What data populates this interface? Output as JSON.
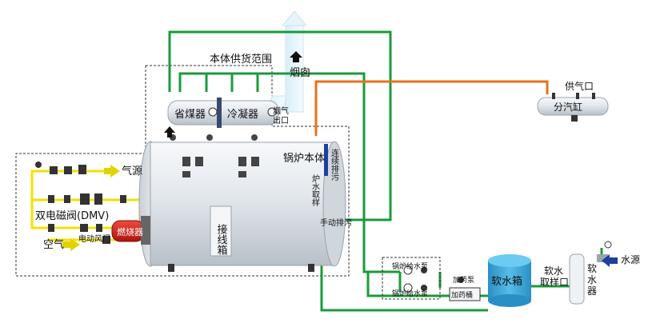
{
  "labels": {
    "scope": "本体供货范围",
    "chimney": "烟囱",
    "economizer": "省煤器",
    "condenser": "冷凝器",
    "flue_outlet_1": "烟气",
    "flue_outlet_2": "出口",
    "boiler_body": "锅炉本体",
    "continuous_blowdown": "连续排污",
    "water_sample": "炉水取样",
    "junction_box": "接线箱",
    "gas_source": "气源",
    "dual_valve": "双电磁阀(DMV)",
    "burner": "燃烧器",
    "air": "空气",
    "air_damper": "电动风门",
    "manual_blowdown": "手动排污",
    "feed_pump_1": "锅炉给水泵",
    "feed_pump_2": "锅炉给水泵",
    "dosing_pump": "加药泵",
    "dosing_tank": "加药桶",
    "soft_water_tank": "软水箱",
    "soft_water_sample_1": "软水",
    "soft_water_sample_2": "取样口",
    "softener_1": "软",
    "softener_2": "水",
    "softener_3": "器",
    "water_source": "水源",
    "steam_supply": "供气口",
    "steam_header": "分汽缸"
  },
  "colors": {
    "green_pipe": "#1a9a3c",
    "orange_pipe": "#e8711c",
    "yellow_pipe": "#f2e200",
    "blue_pipe": "#1e3fa0",
    "vessel": "#dfe4ea",
    "burner": "#d8241c",
    "tank": "#3ea6d8"
  }
}
